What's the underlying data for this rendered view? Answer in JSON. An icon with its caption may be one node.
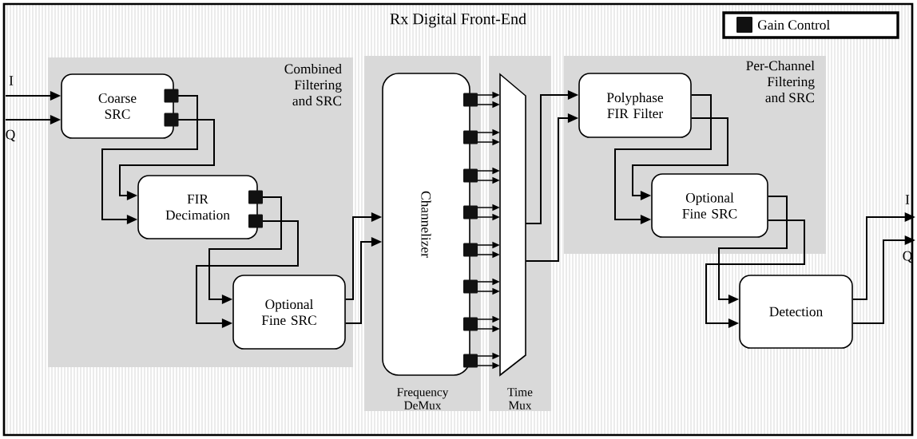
{
  "diagram": {
    "nodes": [
      {
        "text": [
          "Rx Digital Front-End"
        ]
      },
      {
        "text": [
          "Combined Filtering and SRC"
        ],
        "in": 0
      },
      {
        "text": [
          "Coarse SRC"
        ],
        "in": 1
      },
      {
        "text": [
          "FIR Decimation"
        ],
        "in": 1
      },
      {
        "text": [
          "Optional Fine SRC"
        ],
        "in": 1
      },
      {
        "text": [
          "Frequency DeMux"
        ],
        "in": 0
      },
      {
        "text": [
          "Channelizer"
        ],
        "in": 5
      },
      {
        "text": [
          "Time Mux"
        ],
        "in": 0
      },
      {
        "text": [],
        "shape": "trapezoid",
        "in": 7
      },
      {
        "text": [
          "Per-Channel Filtering and SRC"
        ],
        "in": 0
      },
      {
        "text": [
          "Polyphase FIR Filter"
        ],
        "in": 9
      },
      {
        "text": [
          "Optional Fine SRC"
        ],
        "in": 9
      },
      {
        "text": [
          "Detection"
        ],
        "in": 0
      }
    ],
    "edges": [
      {
        "from": null,
        "to": 2,
        "arrow": "to",
        "label": "I"
      },
      {
        "from": null,
        "to": 2,
        "arrow": "to",
        "label": "Q"
      },
      {
        "from": 2,
        "to": 3,
        "arrow": "to"
      },
      {
        "from": 2,
        "to": 3,
        "arrow": "to"
      },
      {
        "from": 3,
        "to": 4,
        "arrow": "to"
      },
      {
        "from": 3,
        "to": 4,
        "arrow": "to"
      },
      {
        "from": 4,
        "to": 6,
        "arrow": "to"
      },
      {
        "from": 4,
        "to": 6,
        "arrow": "to"
      },
      {
        "from": 6,
        "to": 8,
        "arrow": "to"
      },
      {
        "from": 6,
        "to": 8,
        "arrow": "to"
      },
      {
        "from": 6,
        "to": 8,
        "arrow": "to"
      },
      {
        "from": 6,
        "to": 8,
        "arrow": "to"
      },
      {
        "from": 6,
        "to": 8,
        "arrow": "to"
      },
      {
        "from": 6,
        "to": 8,
        "arrow": "to"
      },
      {
        "from": 6,
        "to": 8,
        "arrow": "to"
      },
      {
        "from": 6,
        "to": 8,
        "arrow": "to"
      },
      {
        "from": 6,
        "to": 8,
        "arrow": "to"
      },
      {
        "from": 6,
        "to": 8,
        "arrow": "to"
      },
      {
        "from": 6,
        "to": 8,
        "arrow": "to"
      },
      {
        "from": 6,
        "to": 8,
        "arrow": "to"
      },
      {
        "from": 6,
        "to": 8,
        "arrow": "to"
      },
      {
        "from": 6,
        "to": 8,
        "arrow": "to"
      },
      {
        "from": 6,
        "to": 8,
        "arrow": "to"
      },
      {
        "from": 6,
        "to": 8,
        "arrow": "to"
      },
      {
        "from": 8,
        "to": 10,
        "arrow": "to"
      },
      {
        "from": 8,
        "to": 10,
        "arrow": "to"
      },
      {
        "from": 10,
        "to": 11,
        "arrow": "to"
      },
      {
        "from": 10,
        "to": 11,
        "arrow": "to"
      },
      {
        "from": 11,
        "to": 12,
        "arrow": "to"
      },
      {
        "from": 11,
        "to": 12,
        "arrow": "to"
      },
      {
        "from": 12,
        "to": null,
        "arrow": "to",
        "label": "I"
      },
      {
        "from": 12,
        "to": null,
        "arrow": "to",
        "label": "Q"
      }
    ],
    "legend": [
      {
        "text": "Gain Control",
        "color": "#111111"
      }
    ]
  }
}
